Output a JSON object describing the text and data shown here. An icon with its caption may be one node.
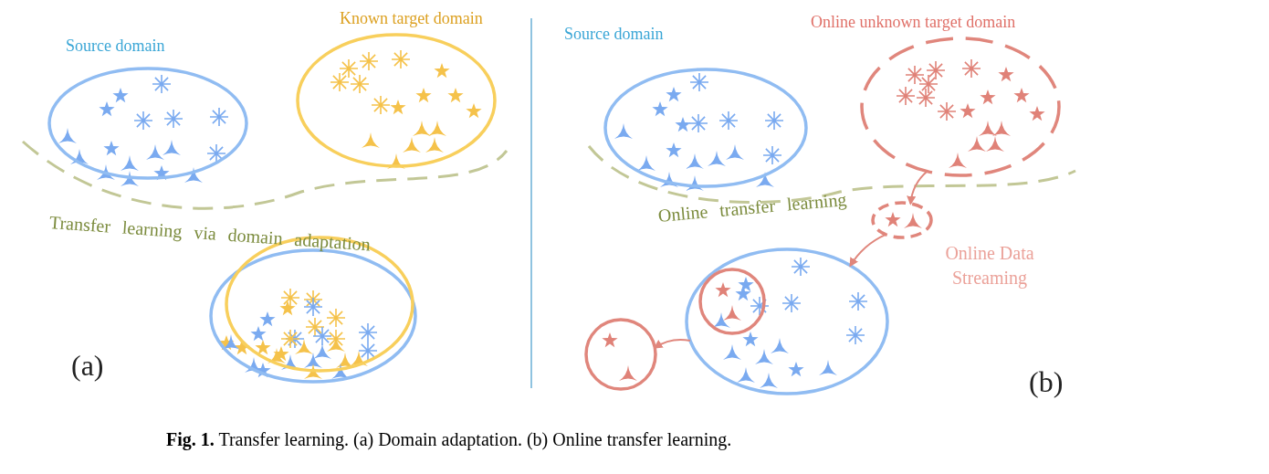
{
  "diagram": {
    "caption": "**Fig. 1.** Transfer learning. (a) Domain adaptation. (b) Online transfer learning.",
    "nodes": [
      {
        "text": [
          "Source domain"
        ]
      },
      {
        "text": [
          "Known target domain"
        ]
      },
      {
        "text": [],
        "shape": "ellipse"
      },
      {
        "text": [],
        "shape": "ellipse"
      },
      {
        "text": [
          "Source domain"
        ]
      },
      {
        "text": [
          "Online unknown target domain"
        ]
      },
      {
        "text": [],
        "shape": "ellipse",
        "beside": [
          "Online Data Streaming"
        ]
      },
      {
        "text": [],
        "shape": "ellipse"
      },
      {
        "text": [],
        "shape": "circle",
        "in": 7
      },
      {
        "text": [],
        "shape": "circle"
      }
    ],
    "edges": [
      {
        "from": 5,
        "to": 6,
        "arrow": "to"
      },
      {
        "from": 6,
        "to": 7,
        "arrow": "to"
      },
      {
        "from": 7,
        "to": 9,
        "arrow": "to"
      }
    ],
    "labels": [
      "Transfer learning via domain adaptation",
      "(a)",
      "Online transfer learning",
      "(b)"
    ]
  }
}
